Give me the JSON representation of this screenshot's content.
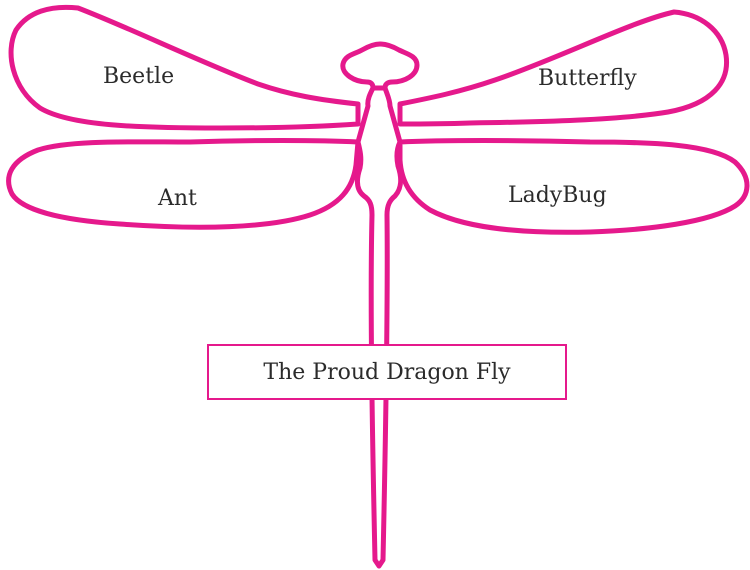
{
  "colors": {
    "outline": "#e5198c",
    "text": "#2b2b2b",
    "background": "#ffffff"
  },
  "labels": {
    "top_left_wing": "Beetle",
    "top_right_wing": "Butterfly",
    "bottom_left_wing": "Ant",
    "bottom_right_wing": "LadyBug"
  },
  "title": "The Proud Dragon Fly"
}
